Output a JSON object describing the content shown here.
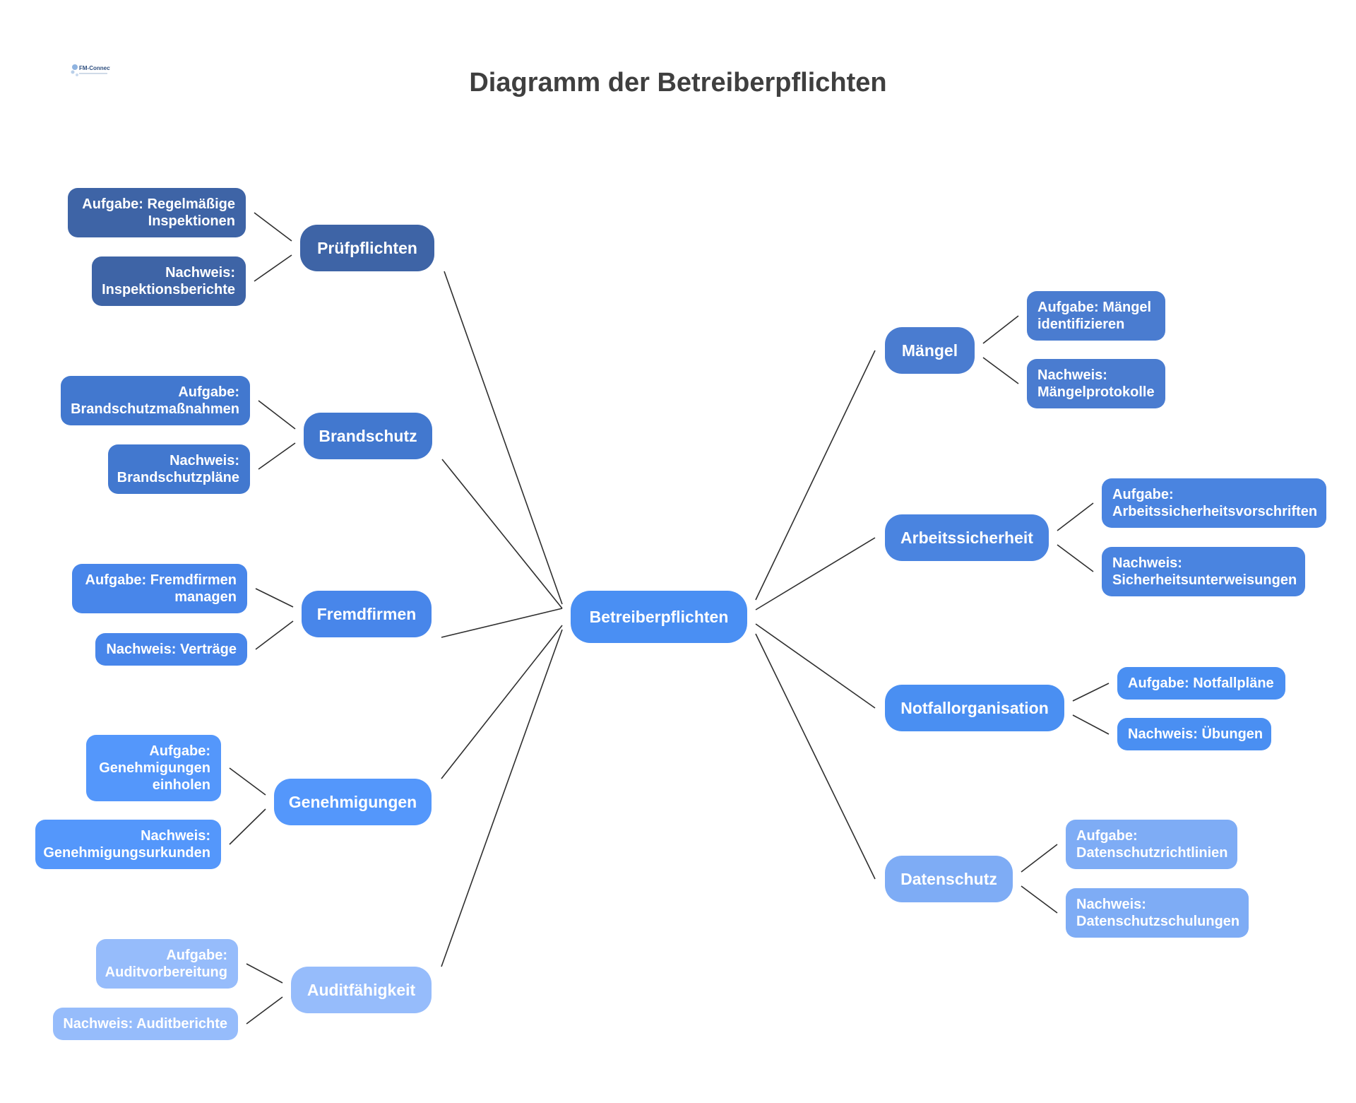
{
  "title": "Diagramm der Betreiberpflichten",
  "logo": {
    "text": "FM-Connect.com",
    "tagline": ""
  },
  "center": {
    "label": "Betreiberpflichten"
  },
  "branches": [
    {
      "label": "Prüfpflichten",
      "aufgabe": [
        "Aufgabe: Regelmäßige",
        "Inspektionen"
      ],
      "nachweis": [
        "Nachweis:",
        "Inspektionsberichte"
      ]
    },
    {
      "label": "Brandschutz",
      "aufgabe": [
        "Aufgabe:",
        "Brandschutzmaßnahmen"
      ],
      "nachweis": [
        "Nachweis:",
        "Brandschutzpläne"
      ]
    },
    {
      "label": "Fremdfirmen",
      "aufgabe": [
        "Aufgabe: Fremdfirmen",
        "managen"
      ],
      "nachweis": [
        "Nachweis: Verträge"
      ]
    },
    {
      "label": "Genehmigungen",
      "aufgabe": [
        "Aufgabe:",
        "Genehmigungen",
        "einholen"
      ],
      "nachweis": [
        "Nachweis:",
        "Genehmigungsurkunden"
      ]
    },
    {
      "label": "Auditfähigkeit",
      "aufgabe": [
        "Aufgabe:",
        "Auditvorbereitung"
      ],
      "nachweis": [
        "Nachweis: Auditberichte"
      ]
    },
    {
      "label": "Mängel",
      "aufgabe": [
        "Aufgabe: Mängel",
        "identifizieren"
      ],
      "nachweis": [
        "Nachweis:",
        "Mängelprotokolle"
      ]
    },
    {
      "label": "Arbeitssicherheit",
      "aufgabe": [
        "Aufgabe:",
        "Arbeitssicherheitsvorschriften"
      ],
      "nachweis": [
        "Nachweis:",
        "Sicherheitsunterweisungen"
      ]
    },
    {
      "label": "Notfallorganisation",
      "aufgabe": [
        "Aufgabe: Notfallpläne"
      ],
      "nachweis": [
        "Nachweis: Übungen"
      ]
    },
    {
      "label": "Datenschutz",
      "aufgabe": [
        "Aufgabe:",
        "Datenschutzrichtlinien"
      ],
      "nachweis": [
        "Nachweis:",
        "Datenschutzschulungen"
      ]
    }
  ]
}
